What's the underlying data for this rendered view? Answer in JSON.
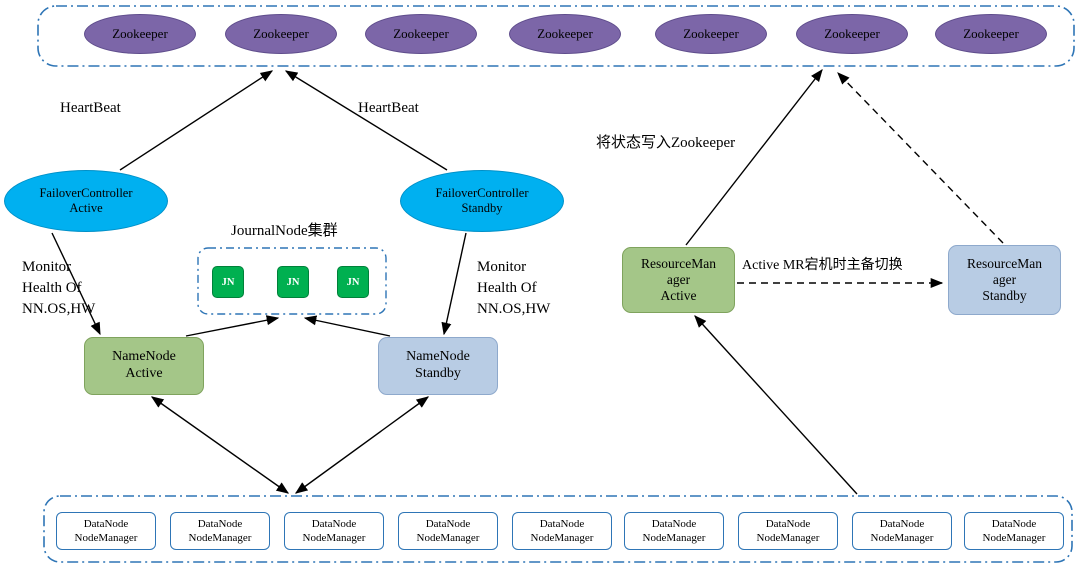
{
  "zookeeper": {
    "label": "Zookeeper",
    "count": 7
  },
  "heartbeat_label": "HeartBeat",
  "failover_controller_active": {
    "line1": "FailoverController",
    "line2": "Active"
  },
  "failover_controller_standby": {
    "line1": "FailoverController",
    "line2": "Standby"
  },
  "monitor_label": {
    "line1": "Monitor",
    "line2": "Health Of",
    "line3": "NN.OS,HW"
  },
  "journalnode": {
    "title": "JournalNode集群",
    "jn_label": "JN",
    "count": 3
  },
  "namenode_active": {
    "line1": "NameNode",
    "line2": "Active"
  },
  "namenode_standby": {
    "line1": "NameNode",
    "line2": "Standby"
  },
  "resourcemanager_active": {
    "line1": "ResourceMan",
    "line2": "ager",
    "line3": "Active"
  },
  "resourcemanager_standby": {
    "line1": "ResourceMan",
    "line2": "ager",
    "line3": "Standby"
  },
  "write_state_label": "将状态写入Zookeeper",
  "mr_switch_label": "Active MR宕机时主备切换",
  "datanode": {
    "line1": "DataNode",
    "line2": "NodeManager",
    "count": 9
  },
  "colors": {
    "zookeeper_fill": "#7C66A8",
    "failover_fill": "#00B0F0",
    "active_fill": "#A4C688",
    "standby_fill": "#B8CCE4",
    "journalnode_fill": "#00B050",
    "cluster_border": "#2E75B6",
    "arrow": "#000000"
  }
}
